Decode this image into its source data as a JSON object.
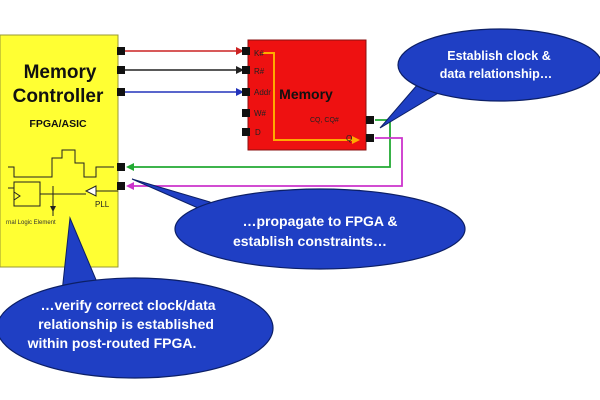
{
  "controller": {
    "title_line1": "Memory",
    "title_line2": "Controller",
    "subtitle": "FPGA/ASIC",
    "pll_label": "PLL",
    "logic_label": "rnal Logic Element"
  },
  "memory": {
    "title": "Memory",
    "pins": {
      "k": "K#",
      "r": "R#",
      "addr": "Addr",
      "w": "W#",
      "d": "D",
      "cq": "CQ, CQ#",
      "q": "Q"
    }
  },
  "callouts": {
    "clock": {
      "line1": "Establish clock &",
      "line2": "data relationship…"
    },
    "propagate": {
      "line1": "…propagate to FPGA &",
      "line2": "establish constraints…"
    },
    "verify": {
      "line1": "…verify correct clock/data",
      "line2": "relationship is established",
      "line3": "within post-routed FPGA."
    }
  },
  "colors": {
    "controller_fill": "#ffff33",
    "memory_fill": "#ee1111",
    "callout_fill": "#1f3fc4",
    "wire_red": "#cc2222",
    "wire_black": "#222222",
    "wire_blue": "#2233bb",
    "wire_green": "#22aa33",
    "wire_magenta": "#cc33cc",
    "wire_orange": "#ffaa00"
  }
}
